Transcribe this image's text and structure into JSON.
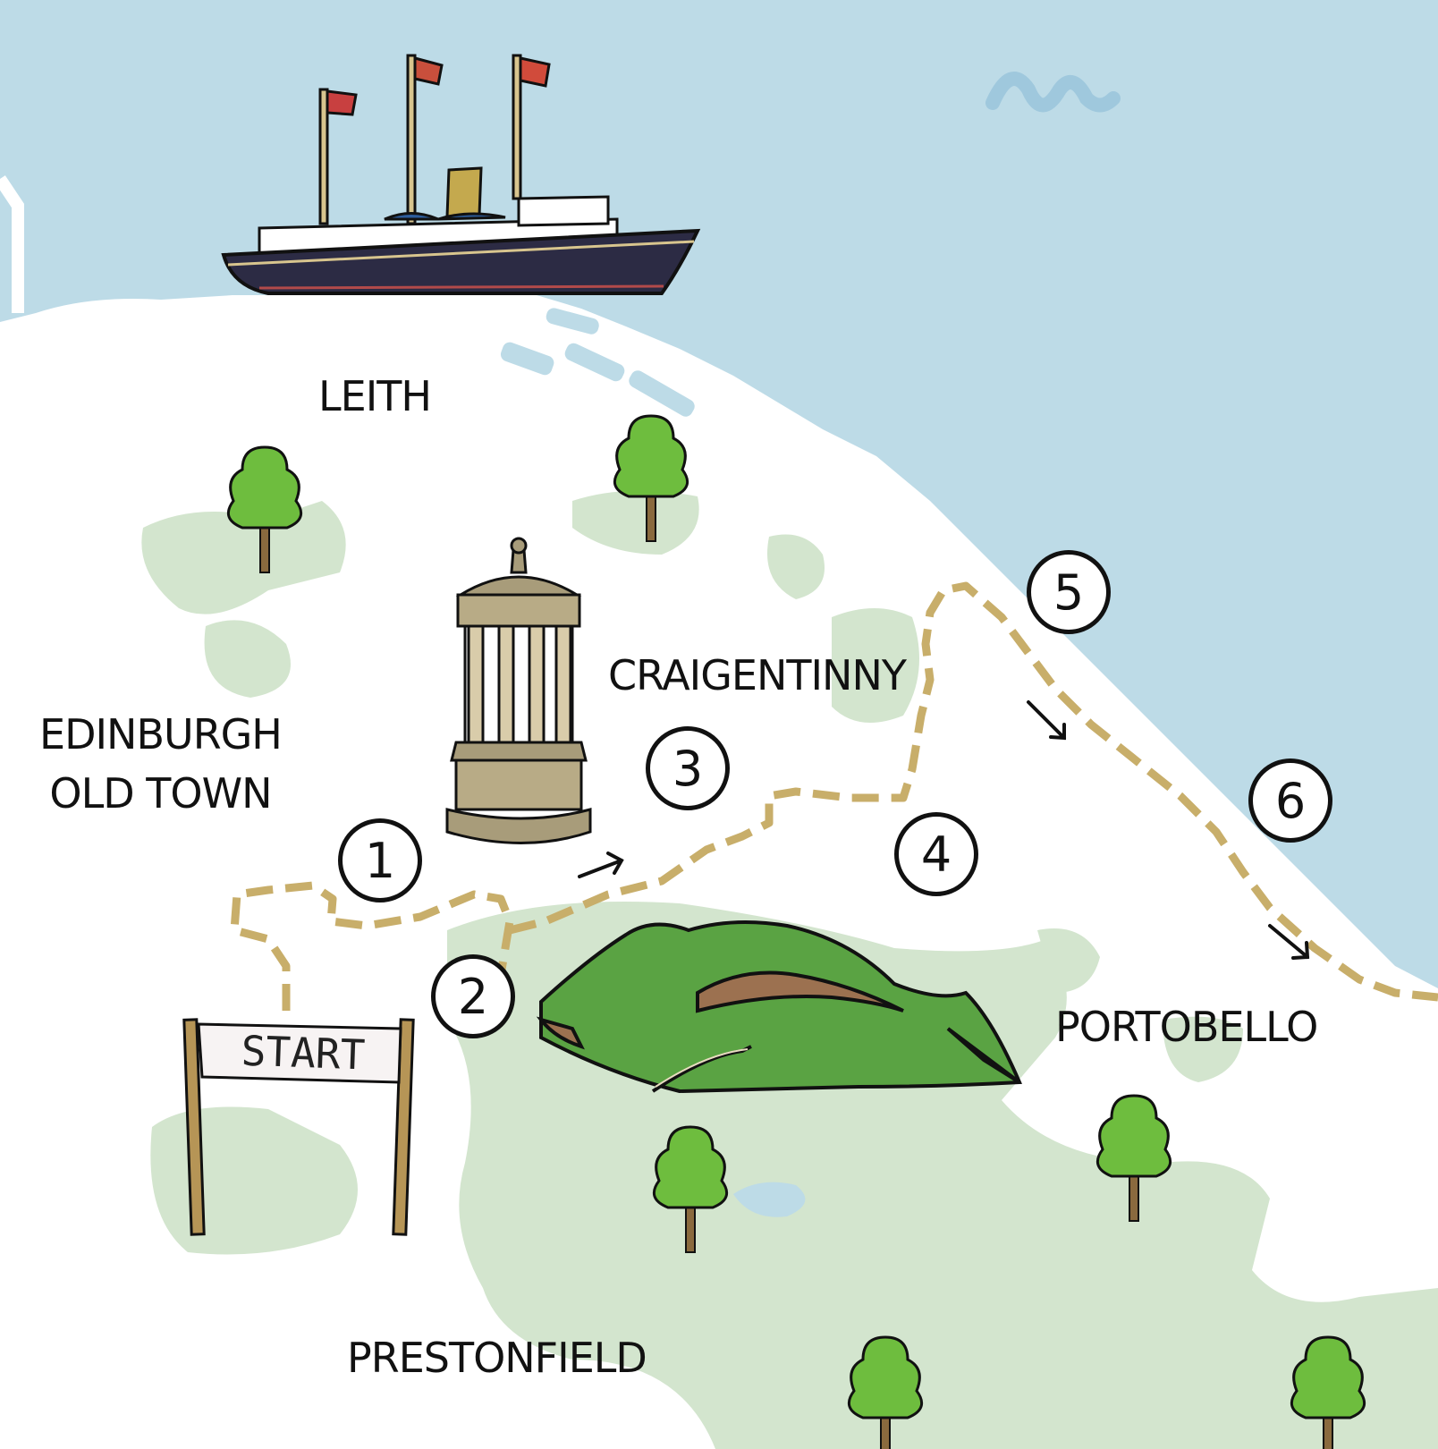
{
  "map": {
    "colors": {
      "sea": "#bddbe7",
      "land": "#ffffff",
      "park": "#d3e5ce",
      "route": "#c8ae6a",
      "hill": "#5aa343",
      "tree": "#6ebd3e",
      "trunk": "#8a6a3e",
      "ship_hull": "#2c2b44"
    },
    "places": [
      {
        "id": "leith",
        "name": "LEITH"
      },
      {
        "id": "craigentinny",
        "name": "CRAIGENTINNY"
      },
      {
        "id": "edinburgh",
        "name": "EDINBURGH\nOLD TOWN"
      },
      {
        "id": "portobello",
        "name": "PORTOBELLO"
      },
      {
        "id": "prestonfield",
        "name": "PRESTONFIELD"
      }
    ],
    "stops": [
      "1",
      "2",
      "3",
      "4",
      "5",
      "6"
    ],
    "start_sign": "START",
    "landmarks": [
      "royal-yacht",
      "monument",
      "arthurs-seat",
      "trees"
    ]
  }
}
